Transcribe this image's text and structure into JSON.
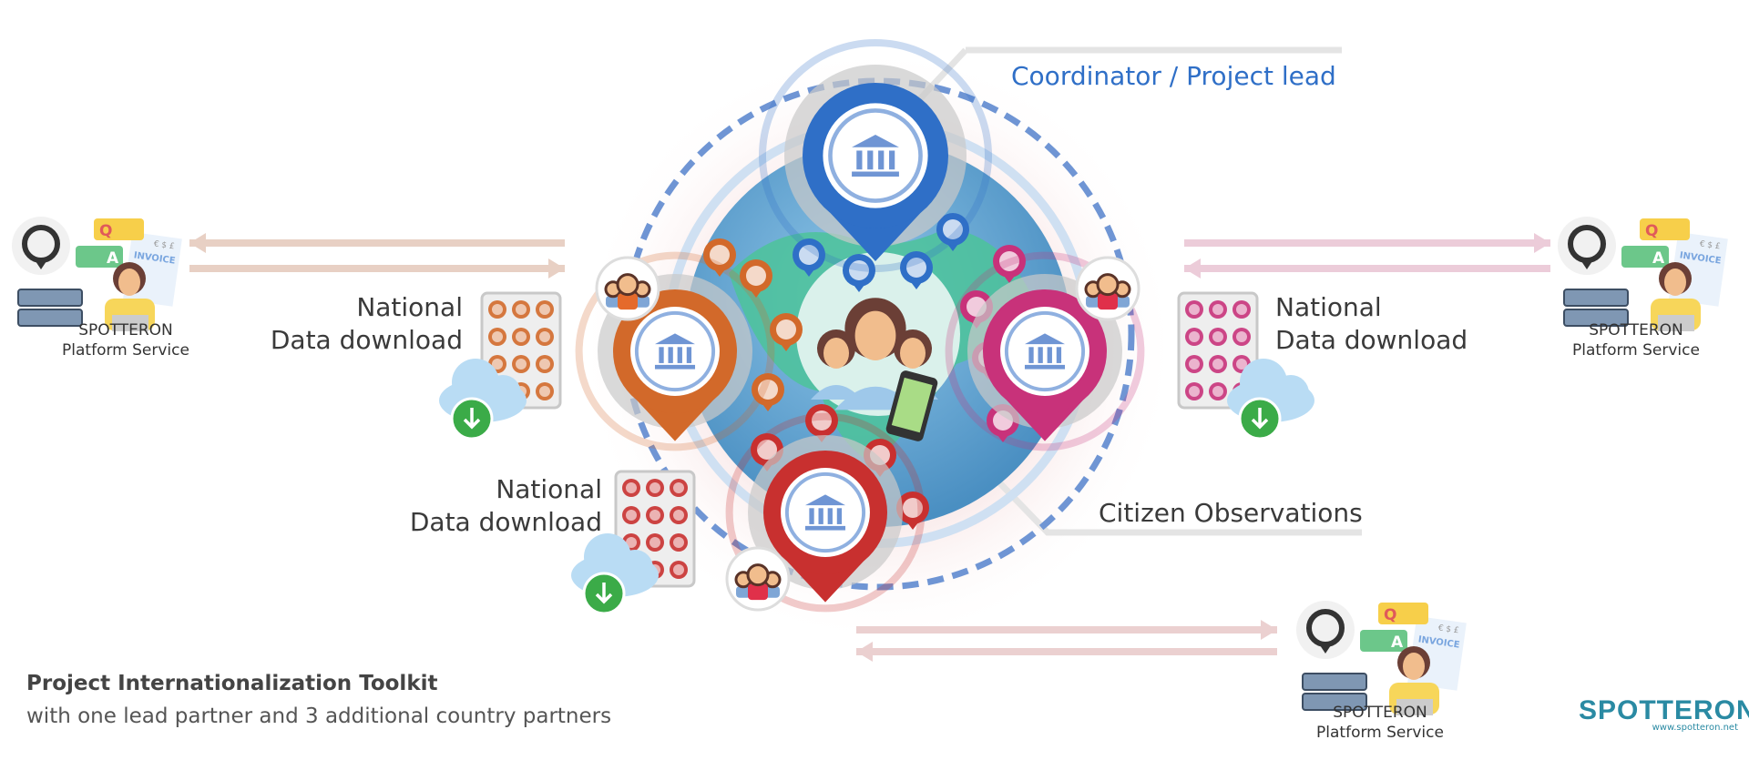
{
  "labels": {
    "coordinator": "Coordinator / Project lead",
    "national_left": [
      "National",
      "Data download"
    ],
    "national_right": [
      "National",
      "Data download"
    ],
    "national_bottom": [
      "National",
      "Data download"
    ],
    "citizen": "Citizen Observations"
  },
  "platform_service": {
    "line1": "SPOTTERON",
    "line2": "Platform Service",
    "chat_q": "Q",
    "chat_a": "A",
    "invoice": "INVOICE",
    "currency": "€ $ £"
  },
  "footer": {
    "title": "Project Internationalization Toolkit",
    "subtitle": "with one lead partner and 3 additional country partners"
  },
  "logo": {
    "word": "SPOTTERON",
    "url": "www.spotteron.net"
  },
  "colors": {
    "lead": "#2f6fc7",
    "partner_orange": "#d2692a",
    "partner_magenta": "#c8327a",
    "partner_red": "#c8302f",
    "globe_sea": "#5b9fcf",
    "globe_land": "#4cc39a",
    "brand": "#2a8aa3",
    "download": "#3bab48"
  }
}
